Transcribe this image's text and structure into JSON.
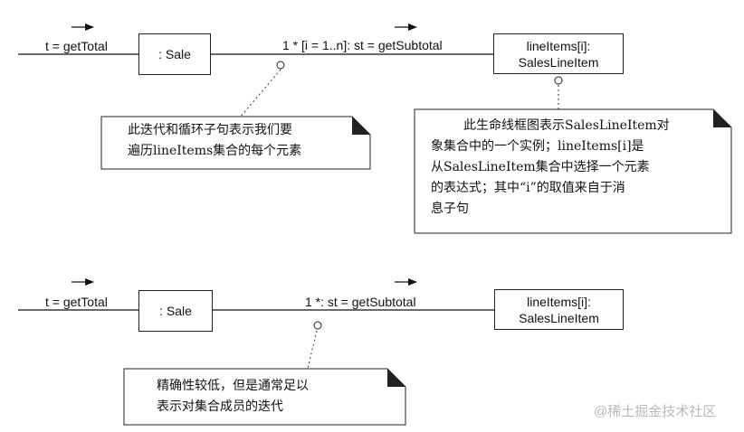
{
  "top": {
    "msg_in": "t = getTotal",
    "sale": ": Sale",
    "msg_iter": "1 * [i = 1..n]: st = getSubtotal",
    "line_items_1": "lineItems[i]:",
    "line_items_2": "SalesLineItem",
    "note_left": [
      "此迭代和循环子句表示我们要",
      "遍历lineItems集合的每个元素"
    ],
    "note_right": [
      "此生命线框图表示SalesLineItem对",
      "象集合中的一个实例；lineItems[i]是",
      "从SalesLineItem集合中选择一个元素",
      "的表达式；其中“i”的取值来自于消",
      "息子句"
    ]
  },
  "bottom": {
    "msg_in": "t = getTotal",
    "sale": ": Sale",
    "msg_iter": "1 *: st = getSubtotal",
    "line_items_1": "lineItems[i]:",
    "line_items_2": "SalesLineItem",
    "note": [
      "精确性较低，但是通常足以",
      "表示对集合成员的迭代"
    ]
  },
  "watermark": "@稀土掘金技术社区"
}
